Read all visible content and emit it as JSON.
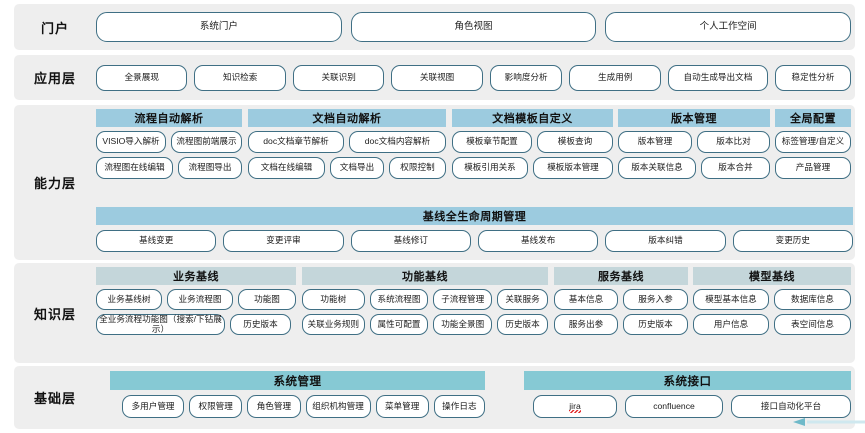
{
  "layers": [
    {
      "id": "portal",
      "label": "门户",
      "items": [
        "系统门户",
        "角色视图",
        "个人工作空间"
      ]
    },
    {
      "id": "application",
      "label": "应用层",
      "items": [
        "全景展现",
        "知识检索",
        "关联识别",
        "关联视图",
        "影响度分析",
        "生成用例",
        "自动生成导出文档",
        "稳定性分析"
      ]
    },
    {
      "id": "capability",
      "label": "能力层",
      "header_color": "#9ccbdf",
      "groups": [
        {
          "title": "流程自动解析",
          "rows": [
            [
              "VISIO导入解析",
              "流程图前端展示"
            ],
            [
              "流程图在线编辑",
              "流程图导出"
            ]
          ]
        },
        {
          "title": "文档自动解析",
          "rows": [
            [
              "doc文档章节解析",
              "doc文档内容解析"
            ],
            [
              "文档在线编辑",
              "文档导出",
              "权限控制"
            ]
          ]
        },
        {
          "title": "文档模板自定义",
          "rows": [
            [
              "模板章节配置",
              "模板查询"
            ],
            [
              "模板引用关系",
              "模板版本管理"
            ]
          ]
        },
        {
          "title": "版本管理",
          "rows": [
            [
              "版本管理",
              "版本比对"
            ],
            [
              "版本关联信息",
              "版本合并"
            ]
          ]
        },
        {
          "title": "全局配置",
          "rows": [
            [
              "标签管理/自定义"
            ],
            [
              "产品管理"
            ]
          ]
        }
      ],
      "lifecycle": {
        "title": "基线全生命周期管理",
        "items": [
          "基线变更",
          "变更评审",
          "基线修订",
          "基线发布",
          "版本纠错",
          "变更历史"
        ]
      }
    },
    {
      "id": "knowledge",
      "label": "知识层",
      "header_color": "#c4d6da",
      "groups": [
        {
          "title": "业务基线",
          "rows": [
            [
              "业务基线树",
              "业务流程图",
              "功能图"
            ],
            [
              "全业务流程功能图（搜索/下钻展示）",
              "历史版本"
            ]
          ]
        },
        {
          "title": "功能基线",
          "rows": [
            [
              "功能树",
              "系统流程图",
              "子流程管理",
              "关联服务"
            ],
            [
              "关联业务规则",
              "属性可配置",
              "功能全景图",
              "历史版本"
            ]
          ]
        },
        {
          "title": "服务基线",
          "rows": [
            [
              "基本信息",
              "服务入参"
            ],
            [
              "服务出参",
              "历史版本"
            ]
          ]
        },
        {
          "title": "模型基线",
          "rows": [
            [
              "模型基本信息",
              "数据库信息"
            ],
            [
              "用户信息",
              "表空间信息"
            ]
          ]
        }
      ]
    },
    {
      "id": "base",
      "label": "基础层",
      "header_color": "#86c9d4",
      "groups": [
        {
          "title": "系统管理",
          "rows": [
            [
              "多用户管理",
              "权限管理",
              "角色管理",
              "组织机构管理",
              "菜单管理",
              "操作日志"
            ]
          ]
        },
        {
          "title": "系统接口",
          "rows": [
            [
              "jira",
              "confluence",
              "接口自动化平台"
            ]
          ]
        }
      ]
    }
  ],
  "colors": {
    "band_background": "#eeeeee",
    "pill_border": "#3f6f84",
    "capability_header": "#9ccbdf",
    "knowledge_header": "#c4d6da",
    "base_header": "#86c9d4",
    "accent_arrow": "#6fb9c9"
  }
}
